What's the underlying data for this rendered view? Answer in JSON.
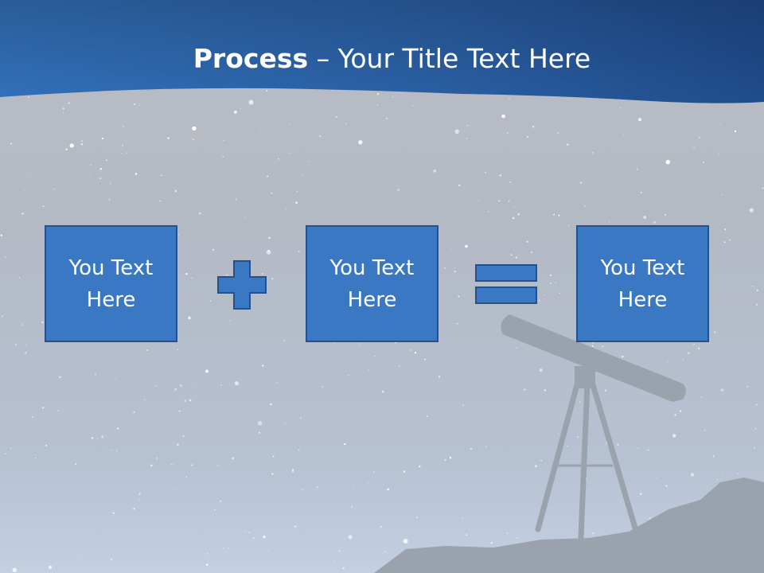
{
  "slide": {
    "title_bold": "Process",
    "title_rest": " – Your Title Text Here",
    "colors": {
      "header_band": "#2b63a8",
      "box_fill": "#3b78c4",
      "box_border": "#27508a",
      "sky": "#b8bcc4",
      "silhouette": "#9aa2ad"
    }
  },
  "process": {
    "boxes": [
      {
        "text": "You Text Here"
      },
      {
        "text": "You Text Here"
      },
      {
        "text": "You Text Here"
      }
    ],
    "operators": [
      "plus-icon",
      "equals-icon"
    ]
  }
}
